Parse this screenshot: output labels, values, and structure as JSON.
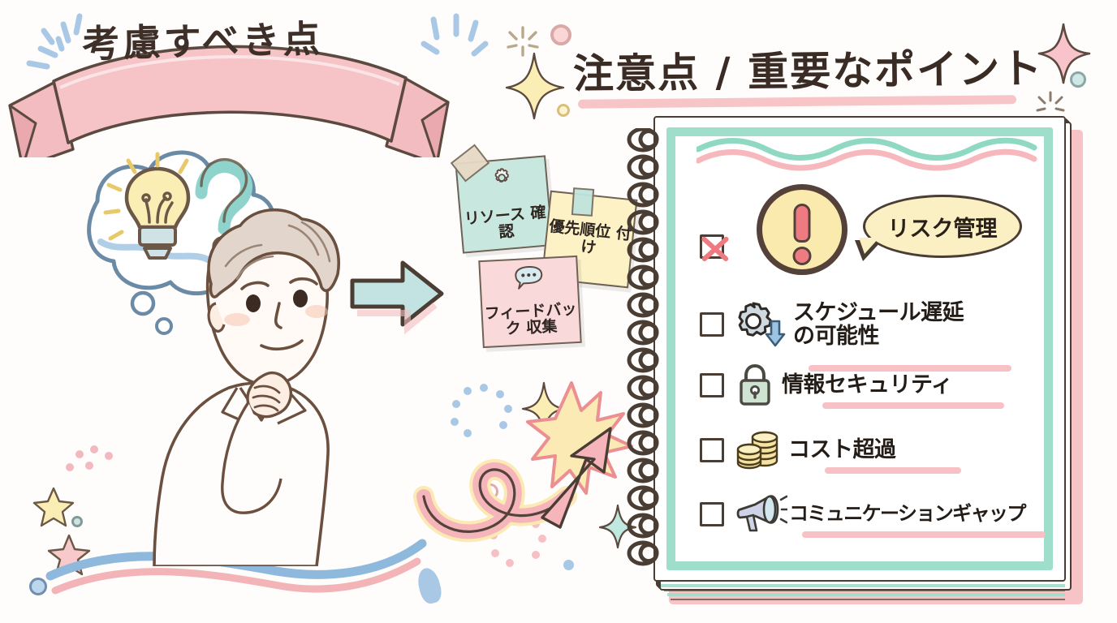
{
  "banner": {
    "title": "考慮すべき点"
  },
  "headline": {
    "text": "注意点 / 重要なポイント"
  },
  "sticky_notes": [
    {
      "text": "リソース\n確認",
      "icon": "gear-icon",
      "color": "#c8e7de"
    },
    {
      "text": "優先順位\n付け",
      "icon": "none",
      "color": "#fdf2c6"
    },
    {
      "text": "フィードバック\n収集",
      "icon": "speech-bubble-icon",
      "color": "#fad9da"
    }
  ],
  "notebook": {
    "callout": "リスク管理",
    "checklist": [
      {
        "label": "",
        "icon": "warning-circle-icon",
        "checked": true,
        "underline": false
      },
      {
        "label": "スケジュール遅延\nの可能性",
        "icon": "gear-down-arrow-icon",
        "checked": false,
        "underline": true
      },
      {
        "label": "情報セキュリティ",
        "icon": "lock-icon",
        "checked": false,
        "underline": true
      },
      {
        "label": "コスト超過",
        "icon": "coins-icon",
        "checked": false,
        "underline": true
      },
      {
        "label": "コミュニケーションギャップ",
        "icon": "megaphone-icon",
        "checked": false,
        "underline": true
      }
    ]
  },
  "illustration": {
    "person_alt": "thinking-man",
    "thought_icons": [
      "lightbulb-icon",
      "question-mark-icon"
    ],
    "arrow_right": "arrow-right-icon",
    "loop_arrow": "loop-arrow-icon"
  },
  "colors": {
    "ribbon_pink": "#f6bfc2",
    "mint": "#9fdecb",
    "warn_yellow": "#fbeaae",
    "accent_red": "#ef7b80",
    "ink": "#4a3d34",
    "sky_blue": "#8fb8dd"
  }
}
